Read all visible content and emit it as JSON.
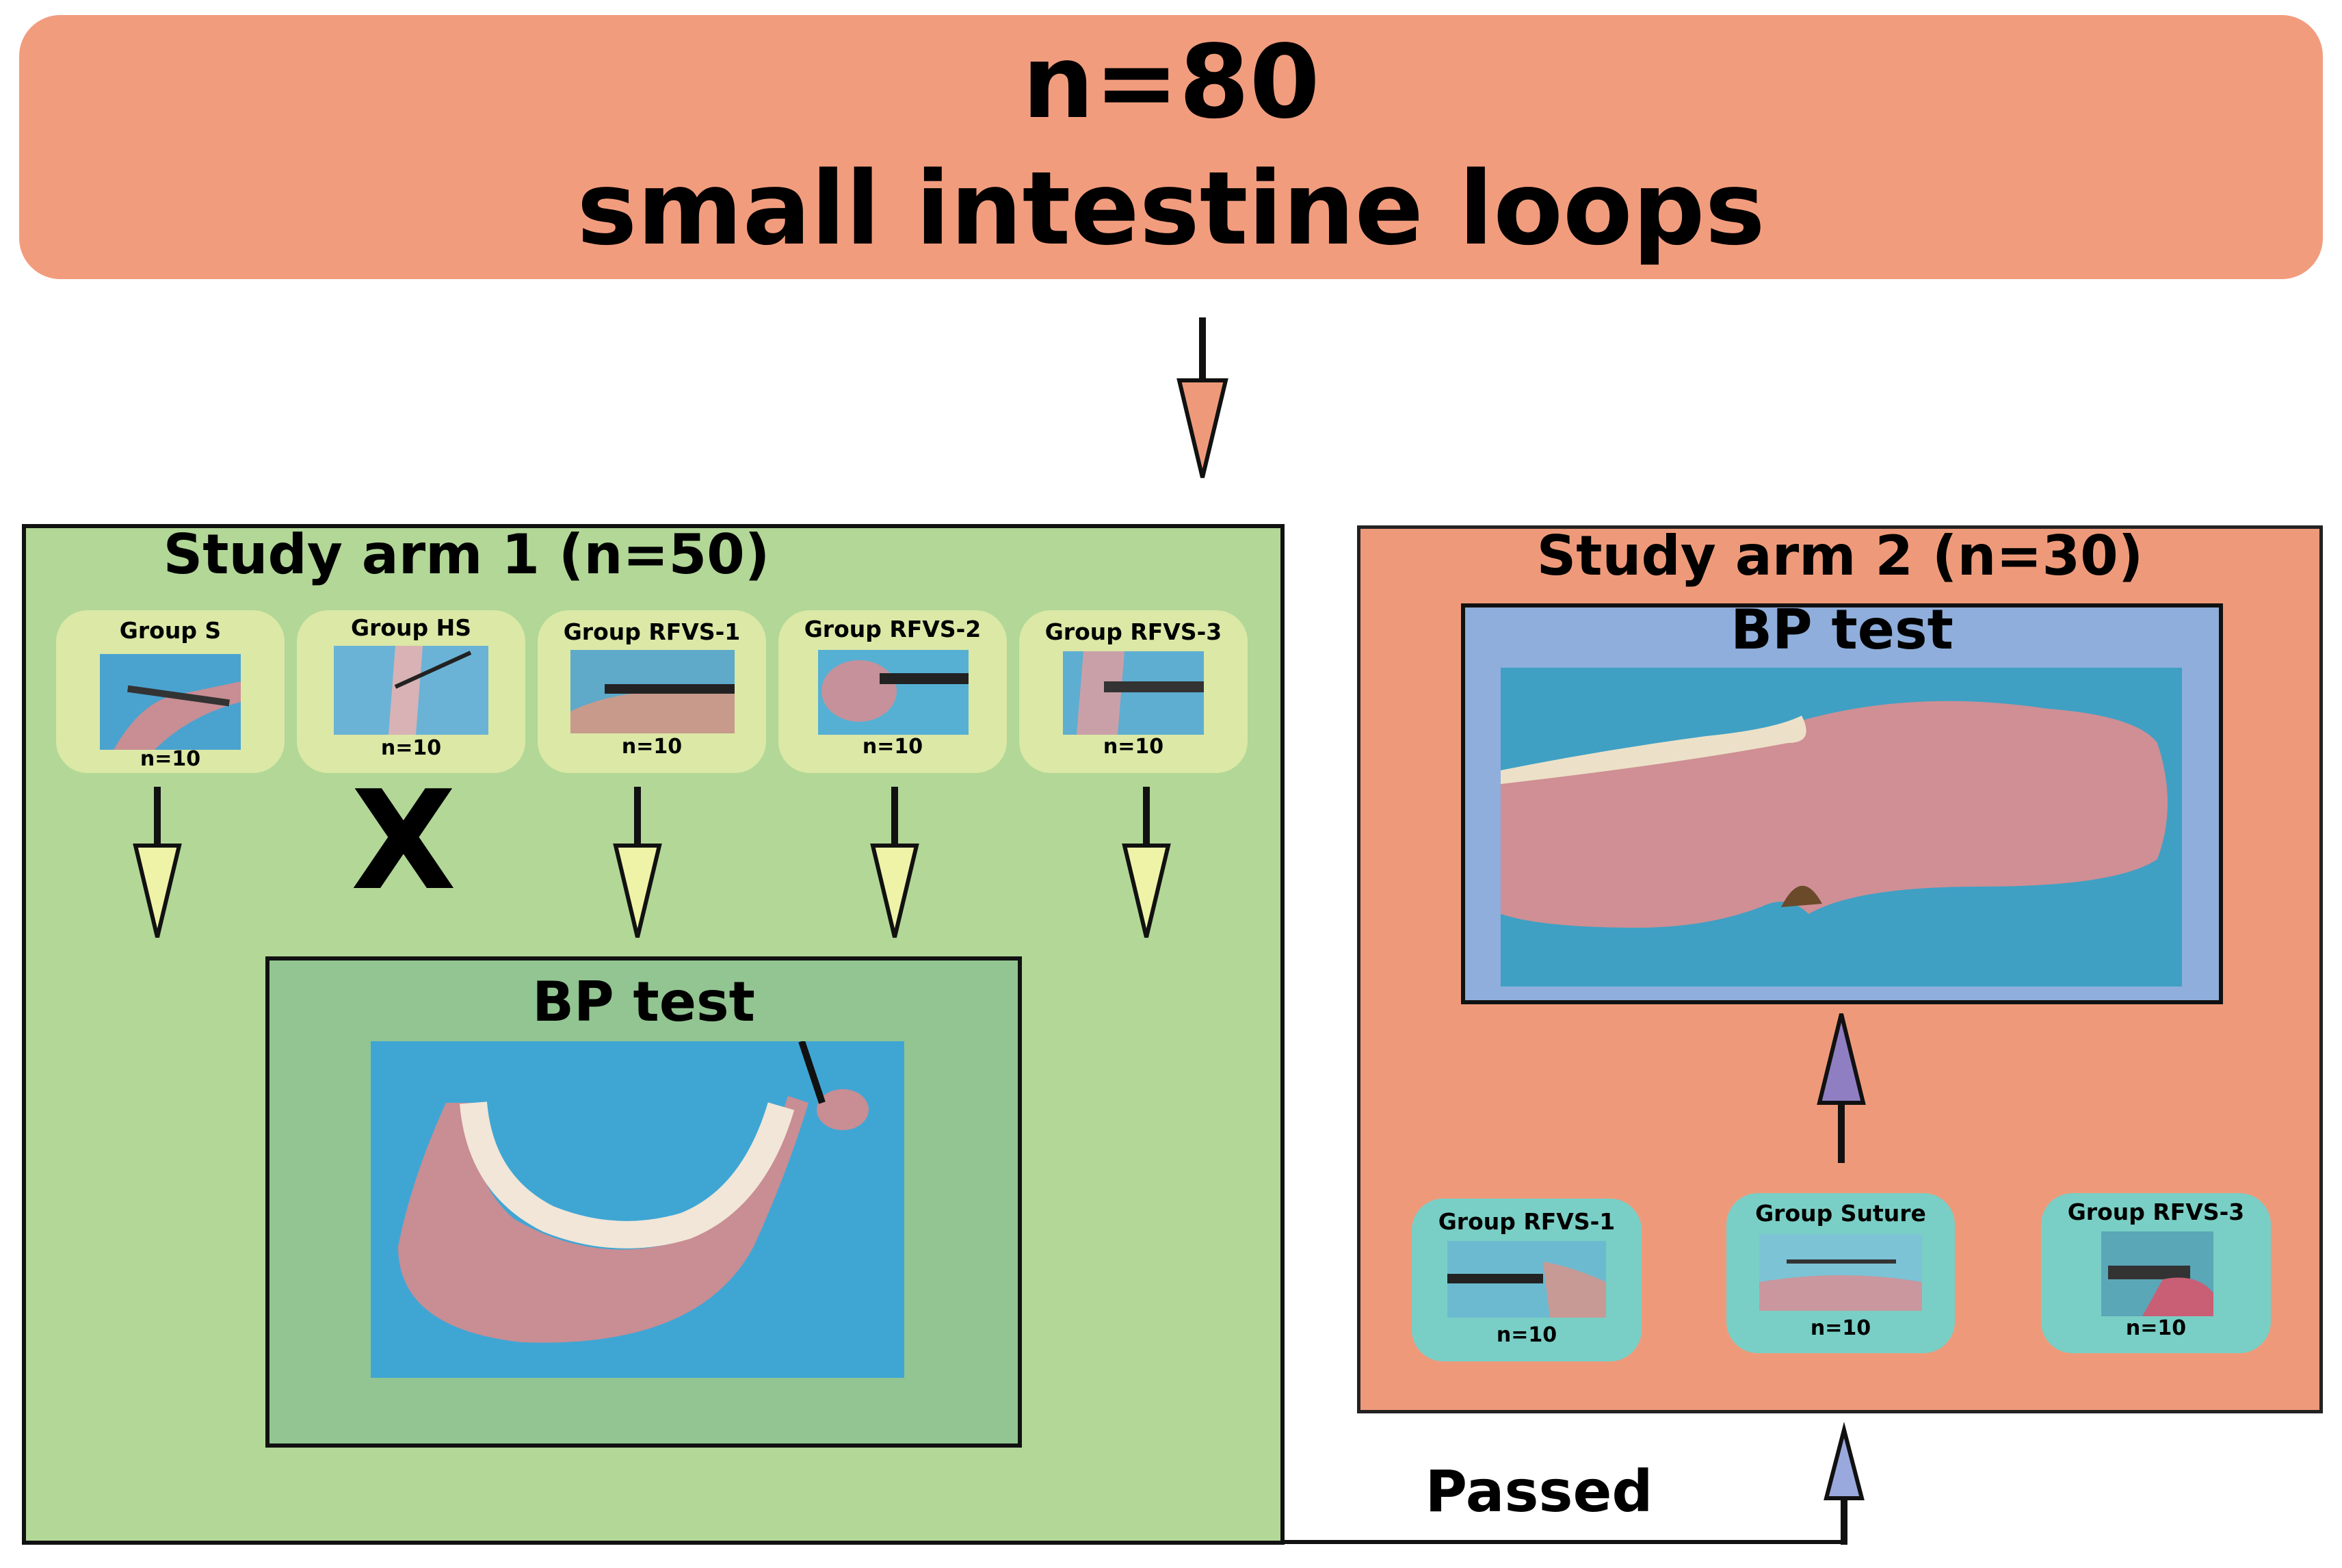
{
  "top": {
    "count": "n=80",
    "description": "small intestine loops"
  },
  "arm1": {
    "title": "Study arm 1 (n=50)",
    "groups": [
      {
        "label": "Group S",
        "n": "n=10"
      },
      {
        "label": "Group HS",
        "n": "n=10"
      },
      {
        "label": "Group RFVS-1",
        "n": "n=10"
      },
      {
        "label": "Group RFVS-2",
        "n": "n=10"
      },
      {
        "label": "Group RFVS-3",
        "n": "n=10"
      }
    ],
    "excluded_mark": "X",
    "bp_test": "BP test"
  },
  "arm2": {
    "title": "Study arm 2 (n=30)",
    "bp_test": "BP test",
    "groups": [
      {
        "label": "Group RFVS-1",
        "n": "n=10"
      },
      {
        "label": "Group Suture",
        "n": "n=10"
      },
      {
        "label": "Group RFVS-3",
        "n": "n=10"
      }
    ]
  },
  "passed_label": "Passed",
  "colors": {
    "banner": "#f29c7e",
    "arm1_bg": "#b2d797",
    "arm1_bp_bg": "#92c591",
    "arm2_bg": "#ee9a7a",
    "arm2_bp_bg": "#8faedb",
    "arm1_card": "#dbe8a6",
    "arm2_card": "#79cfc5",
    "arrow_salmon": "#ee9a7a",
    "arrow_yellow": "#eef3a8",
    "arrow_purple": "#8f7fc2",
    "arrow_blue": "#9aa9dd",
    "photo_bg": "#3fa6d4",
    "tissue": "#c98d94"
  }
}
